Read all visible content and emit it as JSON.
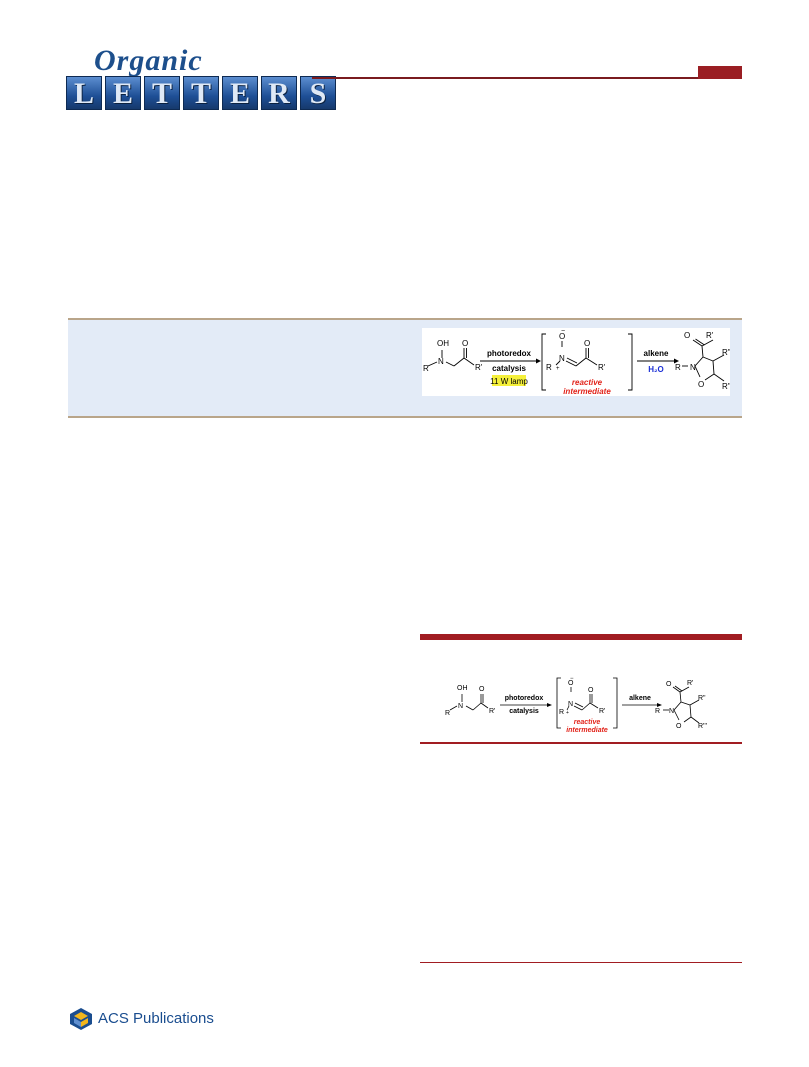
{
  "masthead": {
    "script_word": "Organic",
    "letters": [
      "L",
      "E",
      "T",
      "T",
      "E",
      "R",
      "S"
    ]
  },
  "abstract_scheme": {
    "start_oh": "OH",
    "start_n": "N",
    "start_r": "R",
    "start_o": "O",
    "start_r1": "R'",
    "arrow1_top": "photoredox",
    "arrow1_bottom": "catalysis",
    "lamp": "11 W lamp",
    "inter_ominus": "O",
    "inter_minus": "−",
    "inter_n": "N",
    "inter_plus": "+",
    "inter_r": "R",
    "inter_o": "O",
    "inter_r1": "R'",
    "reactive": "reactive",
    "intermediate": "intermediate",
    "arrow2_top": "alkene",
    "arrow2_bottom": "H₂O",
    "prod_o": "O",
    "prod_r1": "R'",
    "prod_r": "R",
    "prod_n": "N",
    "prod_ring_o": "O",
    "prod_r2": "R\"",
    "prod_r3": "R'''"
  },
  "figure_scheme": {
    "start_oh": "OH",
    "start_n": "N",
    "start_r": "R",
    "start_o": "O",
    "start_r1": "R'",
    "arrow1_top": "photoredox",
    "arrow1_bottom": "catalysis",
    "inter_ominus": "O",
    "inter_minus": "−",
    "inter_n": "N",
    "inter_plus": "+",
    "inter_r": "R",
    "inter_o": "O",
    "inter_r1": "R'",
    "reactive": "reactive",
    "intermediate": "intermediate",
    "arrow2_top": "alkene",
    "prod_o": "O",
    "prod_r1": "R'",
    "prod_r": "R",
    "prod_n": "N",
    "prod_ring_o": "O",
    "prod_r2": "R\"",
    "prod_r3": "R'''"
  },
  "publisher": {
    "name": "ACS Publications"
  },
  "colors": {
    "brand_red": "#9a1e23",
    "abstract_bg": "#e3ebf7",
    "reactive_red": "#e2231a",
    "h2o_blue": "#1a2fd6",
    "lamp_highlight": "#f5f03a"
  }
}
